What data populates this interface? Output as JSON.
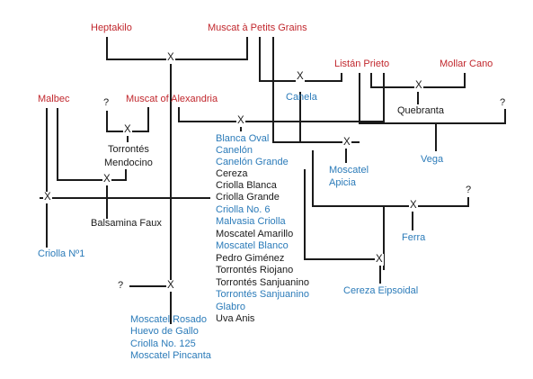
{
  "colors": {
    "ancestor": "#c1272d",
    "blue": "#2b7bb9",
    "black": "#1a1a1a",
    "line": "#1a1a1a"
  },
  "ancestors": {
    "heptakilo": "Heptakilo",
    "muscat_petits_grains": "Muscat à Petits Grains",
    "listan_prieto": "Listán Prieto",
    "mollar_cano": "Mollar Cano",
    "malbec": "Malbec",
    "muscat_of_alexandria": "Muscat of  Alexandria"
  },
  "varieties": {
    "canela": "Canela",
    "quebranta": "Quebranta",
    "torrontes_mendocino_1": "Torrontés",
    "torrontes_mendocino_2": "Mendocino",
    "blanca_oval": "Blanca Oval",
    "canelon": "Canelón",
    "canelon_grande": "Canelón Grande",
    "cereza": "Cereza",
    "criolla_blanca": "Criolla Blanca",
    "criolla_grande": "Criolla Grande",
    "criolla_no6": "Criolla No. 6",
    "malvasia_criolla": "Malvasia Criolla",
    "moscatel_amarillo": "Moscatel Amarillo",
    "moscatel_blanco": "Moscatel Blanco",
    "pedro_gimenez": "Pedro Giménez",
    "torrontes_riojano": "Torrontés Riojano",
    "torrontes_sanjuanino": "Torrontés Sanjuanino",
    "torrontes_sanjuanino_glabro_1": "Torrontés Sanjuanino",
    "torrontes_sanjuanino_glabro_2": "Glabro",
    "uva_anis": "Uva Anis",
    "moscatel_apicia_1": "Moscatel",
    "moscatel_apicia_2": "Apicia",
    "vega": "Vega",
    "balsamina_faux": "Balsamina Faux",
    "ferra": "Ferra",
    "criolla_no1": "Criolla Nº1",
    "cereza_eipsoidal": "Cereza Eipsoidal",
    "moscatel_rosado": "Moscatel Rosado",
    "huevo_de_gallo": "Huevo de Gallo",
    "criolla_no125": "Criolla No. 125",
    "moscatel_pincanta": "Moscatel Pincanta"
  },
  "symbols": {
    "cross": "X",
    "unknown": "?"
  }
}
